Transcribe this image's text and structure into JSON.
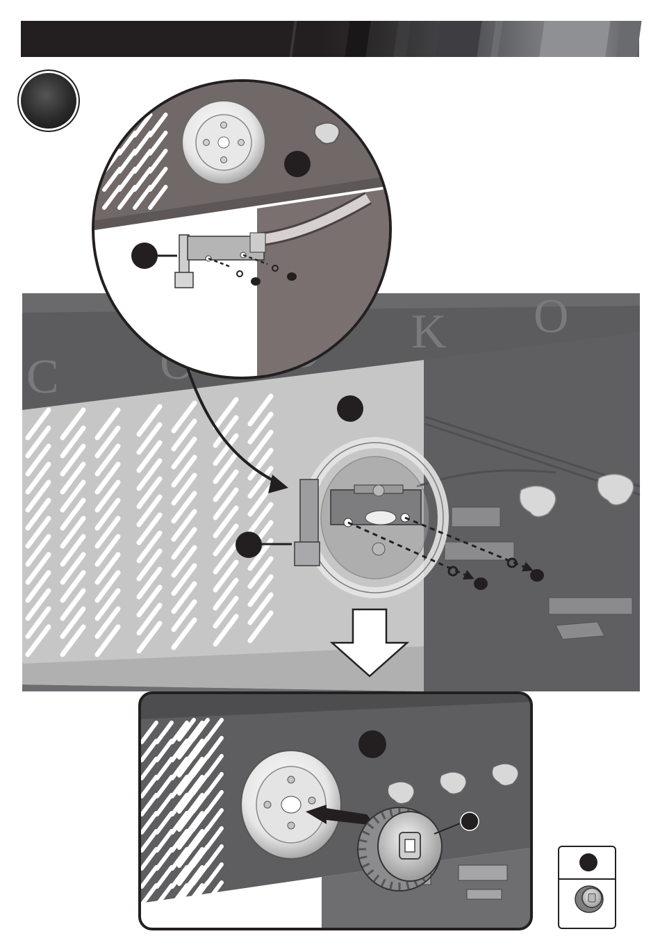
{
  "colors": {
    "dark": "#231f20",
    "panel_light": "#c4c4c4",
    "panel_dark": "#5e5e60",
    "grill_gray": "#6d6d70",
    "zoom_panel": "#6f6665",
    "white": "#ffffff"
  },
  "icons": {
    "step_badge": "step-number-circle-icon",
    "zoom": "magnified-detail-icon",
    "curved_arrow": "curved-arrow-icon",
    "down_arrow": "hollow-down-arrow-icon",
    "push_arrow": "push-arrow-icon",
    "legend_part": "control-knob-icon"
  },
  "parts": {
    "bezel": "bezel-ring",
    "valve": "gas-valve",
    "screws": "screws-and-washers",
    "knob": "control-knob"
  },
  "cook_letters": [
    "C",
    "O",
    "O",
    "K",
    "O"
  ]
}
